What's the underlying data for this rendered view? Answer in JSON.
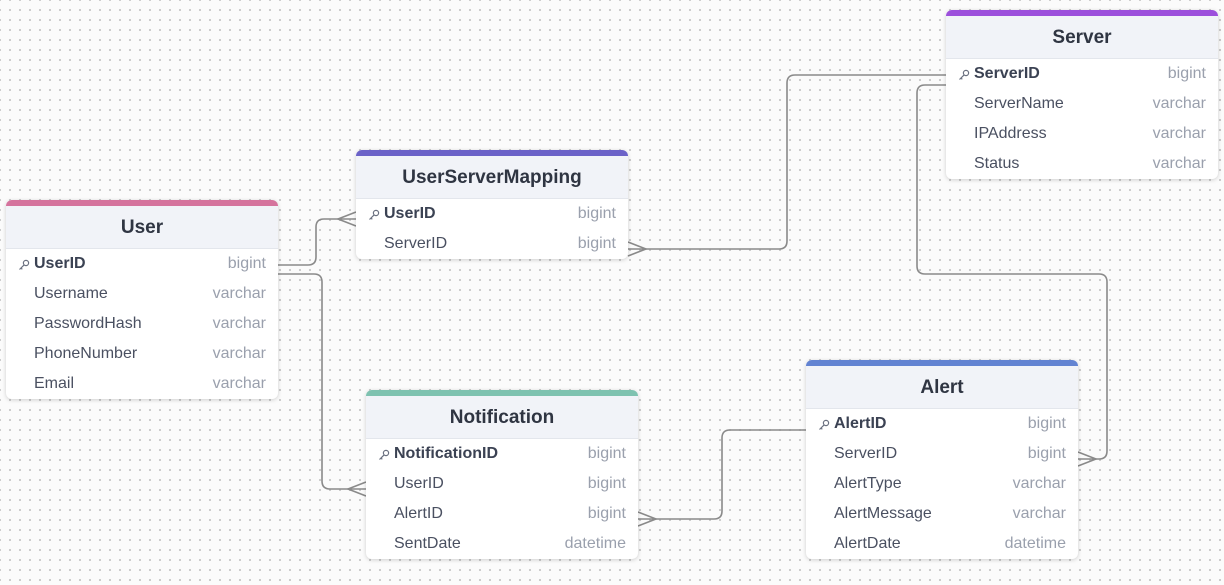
{
  "tables": {
    "user": {
      "name": "User",
      "accent": "#d5739d",
      "columns": [
        {
          "name": "UserID",
          "type": "bigint",
          "pk": true
        },
        {
          "name": "Username",
          "type": "varchar",
          "pk": false
        },
        {
          "name": "PasswordHash",
          "type": "varchar",
          "pk": false
        },
        {
          "name": "PhoneNumber",
          "type": "varchar",
          "pk": false
        },
        {
          "name": "Email",
          "type": "varchar",
          "pk": false
        }
      ]
    },
    "user_server_mapping": {
      "name": "UserServerMapping",
      "accent": "#6b62c8",
      "columns": [
        {
          "name": "UserID",
          "type": "bigint",
          "pk": true
        },
        {
          "name": "ServerID",
          "type": "bigint",
          "pk": false
        }
      ]
    },
    "server": {
      "name": "Server",
      "accent": "#9c4fdc",
      "columns": [
        {
          "name": "ServerID",
          "type": "bigint",
          "pk": true
        },
        {
          "name": "ServerName",
          "type": "varchar",
          "pk": false
        },
        {
          "name": "IPAddress",
          "type": "varchar",
          "pk": false
        },
        {
          "name": "Status",
          "type": "varchar",
          "pk": false
        }
      ]
    },
    "notification": {
      "name": "Notification",
      "accent": "#7ec2b0",
      "columns": [
        {
          "name": "NotificationID",
          "type": "bigint",
          "pk": true
        },
        {
          "name": "UserID",
          "type": "bigint",
          "pk": false
        },
        {
          "name": "AlertID",
          "type": "bigint",
          "pk": false
        },
        {
          "name": "SentDate",
          "type": "datetime",
          "pk": false
        }
      ]
    },
    "alert": {
      "name": "Alert",
      "accent": "#6283d2",
      "columns": [
        {
          "name": "AlertID",
          "type": "bigint",
          "pk": true
        },
        {
          "name": "ServerID",
          "type": "bigint",
          "pk": false
        },
        {
          "name": "AlertType",
          "type": "varchar",
          "pk": false
        },
        {
          "name": "AlertMessage",
          "type": "varchar",
          "pk": false
        },
        {
          "name": "AlertDate",
          "type": "datetime",
          "pk": false
        }
      ]
    }
  },
  "relationships": [
    {
      "from": "User.UserID",
      "to": "UserServerMapping.UserID",
      "cardinality": "one-to-many"
    },
    {
      "from": "Server.ServerID",
      "to": "UserServerMapping.ServerID",
      "cardinality": "one-to-many"
    },
    {
      "from": "User.UserID",
      "to": "Notification.UserID",
      "cardinality": "one-to-many"
    },
    {
      "from": "Server.ServerID",
      "to": "Alert.ServerID",
      "cardinality": "one-to-many"
    },
    {
      "from": "Alert.AlertID",
      "to": "Notification.AlertID",
      "cardinality": "one-to-many"
    }
  ]
}
